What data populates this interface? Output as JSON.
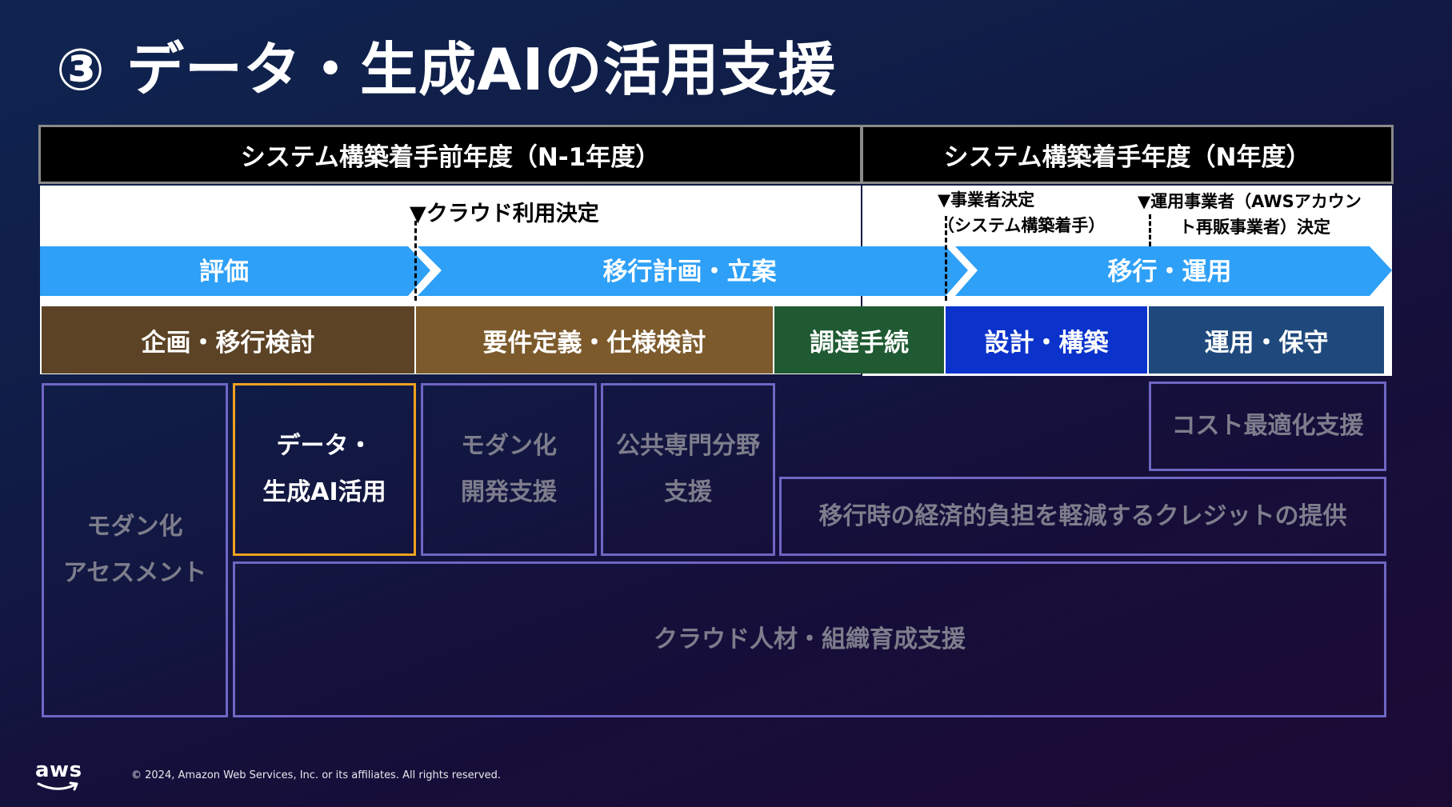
{
  "title": "③ データ・生成AIの活用支援",
  "headers": {
    "prev_year": "システム構築着手前年度（N-1年度）",
    "this_year": "システム構築着手年度（N年度）"
  },
  "milestones": {
    "cloud": "▼クラウド利用決定",
    "operator_line1": "▼事業者決定",
    "operator_line2": "（システム構築着手）",
    "ops_line1": "▼運用事業者（AWSアカウン",
    "ops_line2": "ト再販事業者）決定"
  },
  "arrows": [
    "評価",
    "移行計画・立案",
    "移行・運用"
  ],
  "phases": [
    {
      "label": "企画・移行検討",
      "color": "#5c4325"
    },
    {
      "label": "要件定義・仕様検討",
      "color": "#7c5a2c"
    },
    {
      "label": "調達手続",
      "color": "#1f5a32"
    },
    {
      "label": "設計・構築",
      "color": "#0b33cc"
    },
    {
      "label": "運用・保守",
      "color": "#1f497d"
    }
  ],
  "support": {
    "assessment": [
      "モダン化",
      "アセスメント"
    ],
    "data_ai": [
      "データ・",
      "生成AI活用"
    ],
    "modern_dev": [
      "モダン化",
      "開発支援"
    ],
    "public": [
      "公共専門分野",
      "支援"
    ],
    "cost": "コスト最適化支援",
    "credit": "移行時の経済的負担を軽減するクレジットの提供",
    "talent": "クラウド人材・組織育成支援"
  },
  "colors": {
    "arrow": "#2ea0f7",
    "box_border": "#6f66c4",
    "highlight_border": "#f0a11e"
  },
  "footer": {
    "logo": "aws",
    "copyright": "© 2024, Amazon Web Services, Inc. or its affiliates. All rights reserved."
  }
}
